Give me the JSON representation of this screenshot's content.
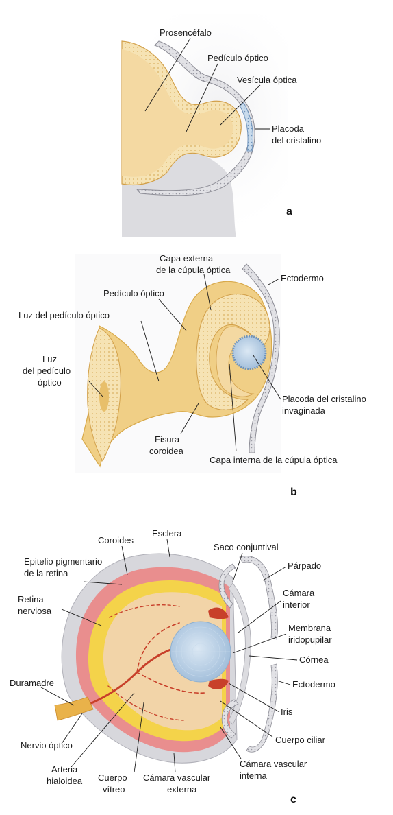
{
  "panels": {
    "a": {
      "letter": "a",
      "labels": {
        "prosencefalo": "Prosencéfalo",
        "pediculo_optico": "Pedículo óptico",
        "vesicula_optica": "Vesícula óptica",
        "placoda_1": "Placoda",
        "placoda_2": "del cristalino"
      }
    },
    "b": {
      "letter": "b",
      "labels": {
        "capa_externa_1": "Capa externa",
        "capa_externa_2": "de la cúpula óptica",
        "ectodermo": "Ectodermo",
        "pediculo_optico": "Pedículo óptico",
        "luz_pediculo": "Luz del pedículo óptico",
        "luz_1": "Luz",
        "luz_2": "del pedículo",
        "luz_3": "óptico",
        "placoda_inv_1": "Placoda del cristalino",
        "placoda_inv_2": "invaginada",
        "fisura_1": "Fisura",
        "fisura_2": "coroidea",
        "capa_interna": "Capa interna de la cúpula óptica"
      }
    },
    "c": {
      "letter": "c",
      "labels": {
        "coroides": "Coroides",
        "esclera": "Esclera",
        "epitelio_1": "Epitelio pigmentario",
        "epitelio_2": "de la retina",
        "saco": "Saco conjuntival",
        "parpado": "Párpado",
        "retina_1": "Retina",
        "retina_2": "nerviosa",
        "camara_int_1": "Cámara",
        "camara_int_2": "interior",
        "membrana_1": "Membrana",
        "membrana_2": "iridopupilar",
        "cornea": "Córnea",
        "duramadre": "Duramadre",
        "ectodermo": "Ectodermo",
        "iris": "Iris",
        "cuerpo_ciliar": "Cuerpo ciliar",
        "nervio": "Nervio óptico",
        "arteria_1": "Arteria",
        "arteria_2": "hialoidea",
        "cuerpo_v_1": "Cuerpo",
        "cuerpo_v_2": "vítreo",
        "camara_ext_1": "Cámara vascular",
        "camara_ext_2": "externa",
        "camara_vint_1": "Cámara vascular",
        "camara_vint_2": "interna"
      }
    }
  },
  "colors": {
    "neural": "#f3d9a0",
    "neural_edge": "#e0b45a",
    "ectoderm": "#d8d8dc",
    "lens": "#a9c4df",
    "choroid": "#e58a8a",
    "retina": "#f3d24a",
    "vitreous": "#f1d3a8",
    "vessel": "#c8402a"
  }
}
